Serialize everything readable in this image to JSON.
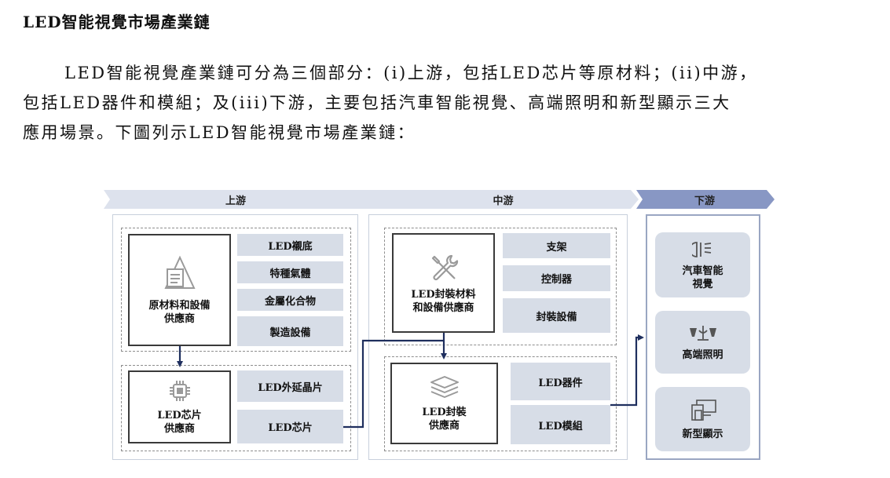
{
  "heading": "LED智能視覺市場產業鏈",
  "paragraph": {
    "line1": "LED智能視覺產業鏈可分為三個部分：(i)上游，包括LED芯片等原材料；(ii)中游，",
    "line2": "包括LED器件和模組；及(iii)下游，主要包括汽車智能視覺、高端照明和新型顯示三大",
    "line3": "應用場景。下圖列示LED智能視覺市場產業鏈："
  },
  "stages": {
    "upstream": "上游",
    "midstream": "中游",
    "downstream": "下游"
  },
  "upstream": {
    "materials_supplier": "原材料和設備\n供應商",
    "materials_items": [
      "LED襯底",
      "特種氣體",
      "金屬化合物",
      "製造設備"
    ],
    "chip_supplier": "LED芯片\n供應商",
    "chip_items": [
      "LED外延晶片",
      "LED芯片"
    ]
  },
  "midstream": {
    "packaging_materials_supplier": "LED封裝材料\n和設備供應商",
    "packaging_materials_items": [
      "支架",
      "控制器",
      "封裝設備"
    ],
    "packaging_supplier": "LED封裝\n供應商",
    "packaging_items": [
      "LED器件",
      "LED模組"
    ]
  },
  "downstream": {
    "apps": [
      "汽車智能\n視覺",
      "高端照明",
      "新型顯示"
    ]
  },
  "colors": {
    "stage_arrow": "#dde2ed",
    "stage_arrow_down": "#8897c4",
    "item_fill": "#d7dde7",
    "connector": "#1f2f5e"
  },
  "icons": [
    "document-triangle-icon",
    "chip-icon",
    "tools-icon",
    "layers-icon",
    "headlight-icon",
    "scale-icon",
    "display-icon"
  ]
}
